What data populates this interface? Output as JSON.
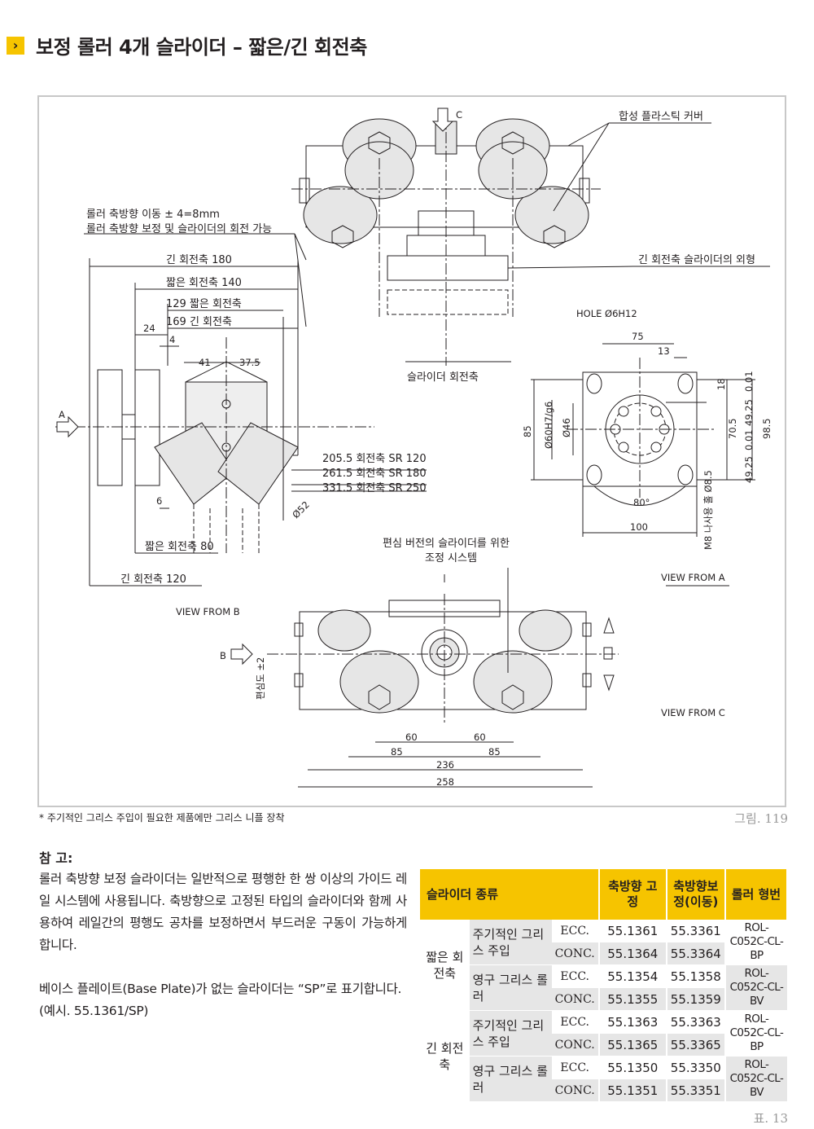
{
  "header": {
    "icon": "chevron-right-icon",
    "title": "보정 롤러 4개 슬라이더 – 짧은/긴 회전축"
  },
  "drawing": {
    "labels": {
      "c_arrow": "C",
      "plastic_cover": "합성 플라스틱 커버",
      "axial_move": "롤러 축방향 이동 ± 4=8mm",
      "axial_note": "롤러 축방향 보정 및 슬라이더의 회전 가능",
      "long_180": "긴 회전축 180",
      "long_outline": "긴 회전축 슬라이더의 외형",
      "short_140": "짧은 회전축 140",
      "d129": "129 짧은 회전축",
      "d169": "169 긴 회전축",
      "d24": "24",
      "d4": "4",
      "d41": "41",
      "d375": "37.5",
      "hole": "HOLE Ø6H12",
      "d75": "75",
      "d13": "13",
      "d18": "18",
      "d001a": "0.01",
      "slider_axis": "슬라이더 회전축",
      "a_arrow": "A",
      "d85v": "85",
      "d60": "Ø60H7/g6",
      "d46": "Ø46",
      "d705": "70.5",
      "d4925a": "49.25",
      "d001b": "0.01",
      "d985": "98.5",
      "d4925b": "49.25",
      "sr120": "205.5 회전축 SR 120",
      "sr180": "261.5 회전축 SR 180",
      "sr250": "331.5 회전축 SR 250",
      "d52": "Ø52",
      "d6": "6",
      "d80deg": "80°",
      "m8": "M8 나사용 홀 Ø8.5",
      "d100": "100",
      "short_80": "짧은 회전축 80",
      "eccentric_1": "편심 버전의 슬라이더를 위한",
      "eccentric_2": "조정 시스템",
      "long_120": "긴 회전축 120",
      "view_a": "VIEW FROM A",
      "view_b": "VIEW FROM B",
      "b_arrow": "B",
      "ecc_pm2": "편심도 ±2",
      "view_c": "VIEW FROM C",
      "d60a": "60",
      "d60b": "60",
      "d85a": "85",
      "d85b": "85",
      "d236": "236",
      "d258": "258"
    }
  },
  "footnote": "* 주기적인 그리스 주입이 필요한 제품에만 그리스 니플 장착",
  "figure_no": "그림. 119",
  "notes": {
    "heading": "참 고:",
    "p1": "롤러 축방향 보정 슬라이더는 일반적으로 평행한 한 쌍 이상의 가이드 레일 시스템에 사용됩니다. 축방향으로 고정된 타입의 슬라이더와 함께 사용하여 레일간의 평행도 공차를 보정하면서 부드러운 구동이 가능하게 합니다.",
    "p2": "베이스 플레이트(Base Plate)가 없는 슬라이더는 “SP”로 표기합니다.",
    "p3": "(예시. 55.1361/SP)"
  },
  "table": {
    "headers": {
      "type": "슬라이더 종류",
      "fixed": "축방향 고정",
      "comp": "축방향보정(이동)",
      "roller": "롤러 형번"
    },
    "groups": [
      {
        "name": "짧은 회전축",
        "subs": [
          {
            "name": "주기적인 그리스 주입",
            "roller": "ROL-C052C-CL-BP",
            "rows": [
              {
                "mode": "ECC.",
                "fixed": "55.1361",
                "comp": "55.3361"
              },
              {
                "mode": "CONC.",
                "fixed": "55.1364",
                "comp": "55.3364"
              }
            ]
          },
          {
            "name": "영구 그리스 롤러",
            "roller": "ROL-C052C-CL-BV",
            "rows": [
              {
                "mode": "ECC.",
                "fixed": "55.1354",
                "comp": "55.1358"
              },
              {
                "mode": "CONC.",
                "fixed": "55.1355",
                "comp": "55.1359"
              }
            ]
          }
        ]
      },
      {
        "name": "긴 회전축",
        "subs": [
          {
            "name": "주기적인 그리스 주입",
            "roller": "ROL-C052C-CL-BP",
            "rows": [
              {
                "mode": "ECC.",
                "fixed": "55.1363",
                "comp": "55.3363"
              },
              {
                "mode": "CONC.",
                "fixed": "55.1365",
                "comp": "55.3365"
              }
            ]
          },
          {
            "name": "영구 그리스 롤러",
            "roller": "ROL-C052C-CL-BV",
            "rows": [
              {
                "mode": "ECC.",
                "fixed": "55.1350",
                "comp": "55.3350"
              },
              {
                "mode": "CONC.",
                "fixed": "55.1351",
                "comp": "55.3351"
              }
            ]
          }
        ]
      }
    ],
    "table_no": "표. 13"
  }
}
